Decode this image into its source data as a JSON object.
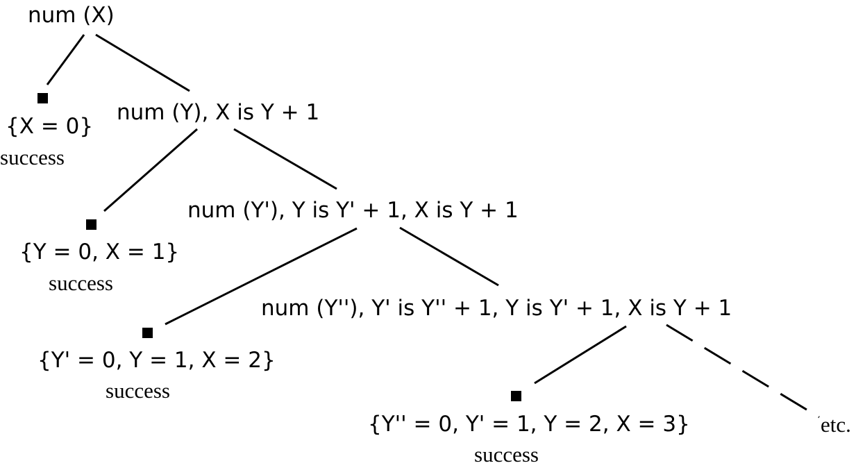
{
  "goals": [
    "num (X)",
    "num (Y), X is Y + 1",
    "num (Y'), Y is Y' + 1, X is Y + 1",
    "num (Y''), Y' is Y'' + 1, Y is Y' + 1, X is Y + 1"
  ],
  "leaves": [
    {
      "binding": "{X = 0}",
      "status": "success"
    },
    {
      "binding": "{Y = 0, X = 1}",
      "status": "success"
    },
    {
      "binding": "{Y' = 0, Y = 1, X = 2}",
      "status": "success"
    },
    {
      "binding": "{Y'' = 0, Y' = 1, Y = 2, X = 3}",
      "status": "success"
    }
  ],
  "continuation": "etc."
}
